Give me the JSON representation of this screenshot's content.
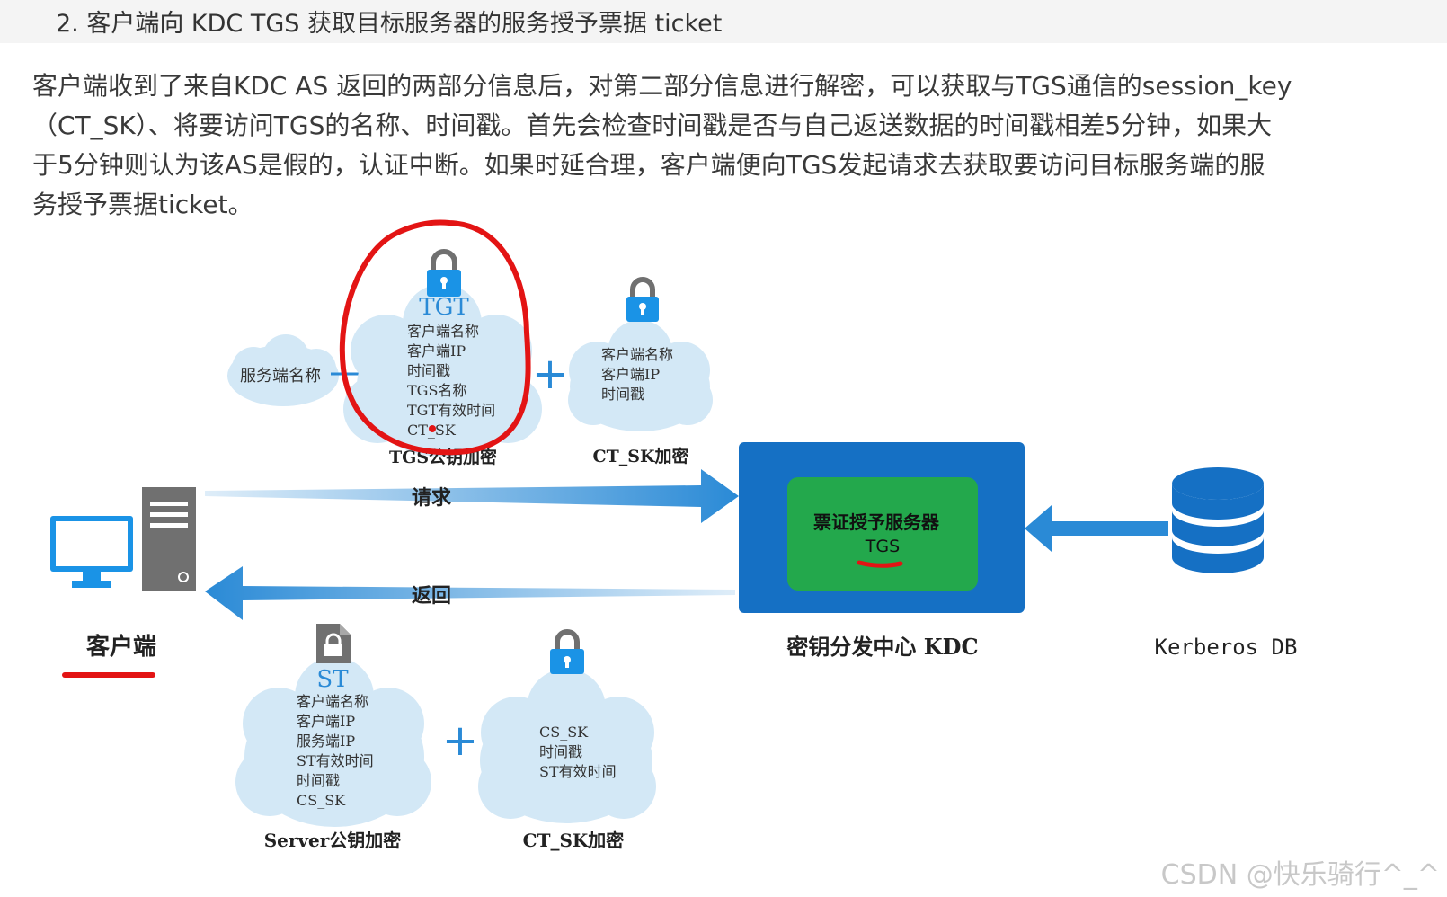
{
  "heading": "2. 客户端向 KDC TGS 获取目标服务器的服务授予票据 ticket",
  "paragraph": [
    "客户端收到了来自KDC AS 返回的两部分信息后，对第二部分信息进行解密，可以获取与TGS通信的session_key",
    "（CT_SK）、将要访问TGS的名称、时间戳。首先会检查时间戳是否与自己返送数据的时间戳相差5分钟，如果大",
    "于5分钟则认为该AS是假的，认证中断。如果时延合理，客户端便向TGS发起请求去获取要访问目标服务端的服",
    "务授予票据ticket。"
  ],
  "diagram": {
    "request": {
      "service_cloud_label": "服务端名称",
      "tgt_title": "TGT",
      "tgt_lines": [
        "客户端名称",
        "客户端IP",
        "时间戳",
        "TGS名称",
        "TGT有效时间",
        "CT_SK"
      ],
      "tgt_caption": "TGS公钥加密",
      "auth_lines": [
        "客户端名称",
        "客户端IP",
        "时间戳"
      ],
      "auth_caption": "CT_SK加密",
      "plus": "+"
    },
    "arrow_request_label": "请求",
    "arrow_return_label": "返回",
    "client_label": "客户端",
    "kdc": {
      "inner_line1": "票证授予服务器",
      "inner_line2": "TGS",
      "caption": "密钥分发中心 KDC"
    },
    "db_label": "Kerberos DB",
    "reply": {
      "st_title": "ST",
      "st_lines": [
        "客户端名称",
        "客户端IP",
        "服务端IP",
        "ST有效时间",
        "时间戳",
        "CS_SK"
      ],
      "st_caption": "Server公钥加密",
      "sk_lines": [
        "CS_SK",
        "时间戳",
        "ST有效时间"
      ],
      "sk_caption": "CT_SK加密",
      "plus": "+"
    },
    "colors": {
      "arrow": "#2a8ad6",
      "kdc_blue": "#1570c4",
      "tgs_green": "#23a84c",
      "cloud": "#d3e8f6",
      "lock": "#1a93e6",
      "annotation_red": "#e31414"
    }
  },
  "watermark": "CSDN @快乐骑行^_^"
}
